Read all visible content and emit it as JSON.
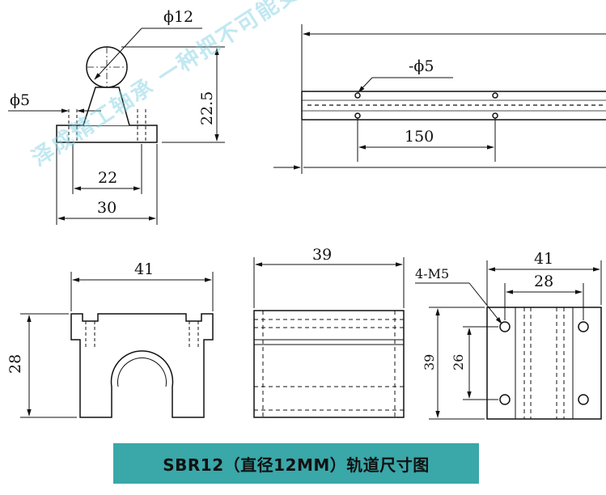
{
  "title": "SBR12（直径12MM）轨道尺寸图",
  "watermark": "泽成精工轴承 一种把不可能变成可能的坚强决心",
  "support_view": {
    "shaft_diameter": "ϕ12",
    "hole_diameter": "ϕ5",
    "height": "22.5",
    "hole_spacing": "22",
    "base_width": "30"
  },
  "rail_view": {
    "hole_label": "-ϕ5",
    "hole_pitch": "150"
  },
  "block_front": {
    "width": "41",
    "height": "28"
  },
  "block_side": {
    "length": "39"
  },
  "block_top": {
    "thread_label": "4-M5",
    "width": "41",
    "hole_spacing_x": "28",
    "hole_spacing_y": "26",
    "length": "39"
  },
  "colors": {
    "line": "#111111",
    "title_bg": "#3aa7a9",
    "watermark": "#8fd3e3"
  }
}
